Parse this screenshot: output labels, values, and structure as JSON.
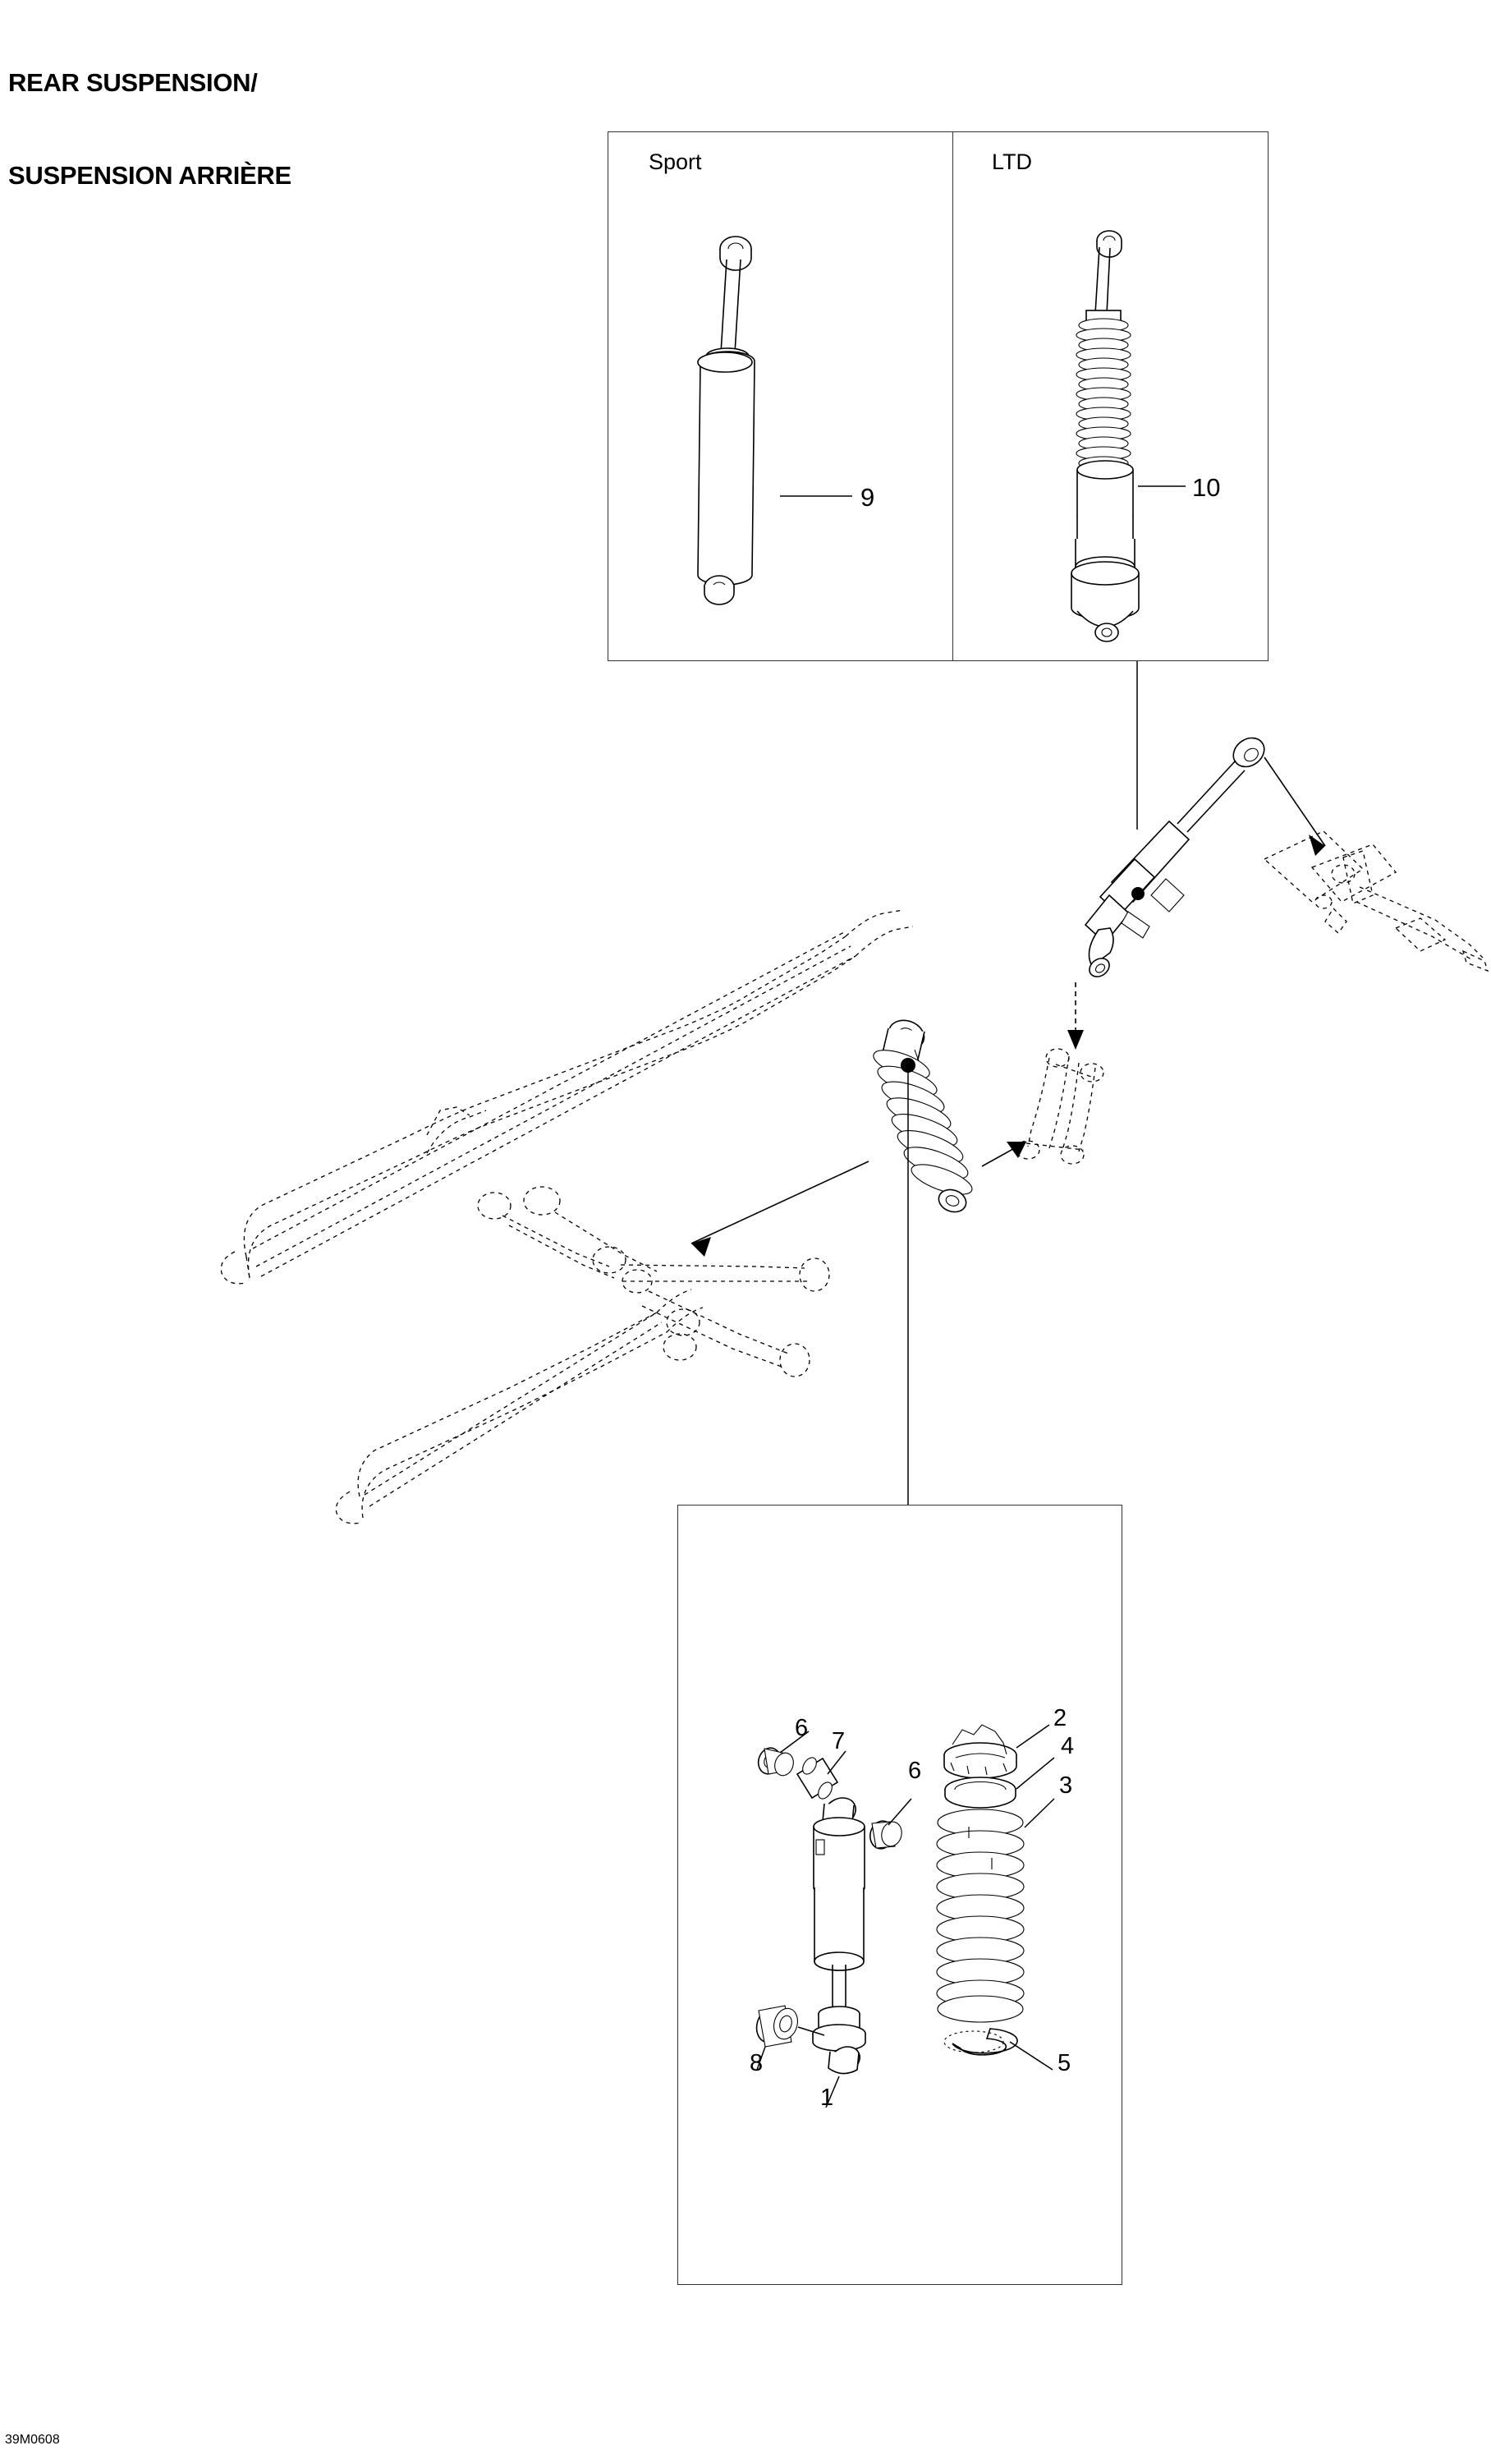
{
  "title": {
    "line1": "REAR SUSPENSION/",
    "line2": "SUSPENSION ARRIÈRE"
  },
  "footer": {
    "code": "39M0608"
  },
  "variant_box": {
    "columns": [
      {
        "label": "Sport",
        "callout": "9"
      },
      {
        "label": "LTD",
        "callout": "10"
      }
    ]
  },
  "exploded_box": {
    "callouts": [
      {
        "id": "6a",
        "number": "6"
      },
      {
        "id": "7",
        "number": "7"
      },
      {
        "id": "6b",
        "number": "6"
      },
      {
        "id": "8",
        "number": "8"
      },
      {
        "id": "1",
        "number": "1"
      },
      {
        "id": "2",
        "number": "2"
      },
      {
        "id": "4",
        "number": "4"
      },
      {
        "id": "3",
        "number": "3"
      },
      {
        "id": "5",
        "number": "5"
      }
    ]
  },
  "parts": {
    "sport_shock": "9",
    "ltd_shock": "10",
    "shock_absorber": "1",
    "spring_cam": "2",
    "coil_spring": "3",
    "spring_seat_ring": "4",
    "retaining_ring": "5",
    "bushing": "6",
    "sleeve": "7",
    "bushing_lower": "8"
  },
  "colors": {
    "line": "#000000",
    "box_border": "#333333",
    "background": "#ffffff"
  }
}
